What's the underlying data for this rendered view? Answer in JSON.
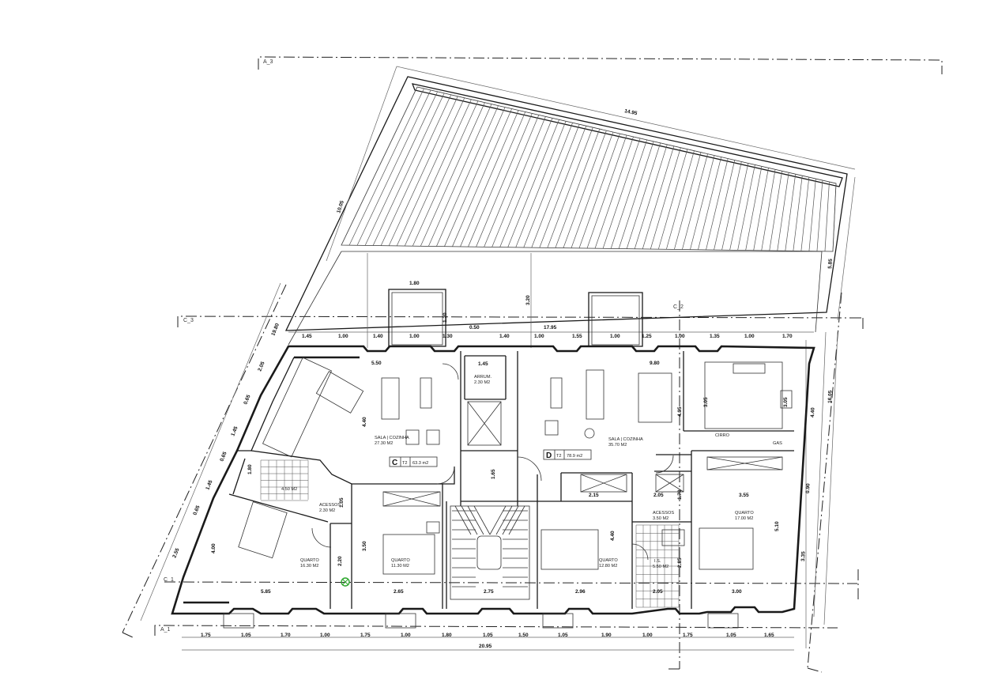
{
  "axes": {
    "a3": "A_3",
    "a1": "A_1",
    "c3": "C_3",
    "c2": "C_2",
    "c1": "C_1"
  },
  "dims": {
    "roof_top": "14.95",
    "roof_left": "10.05",
    "right_side": "5.85",
    "total_bottom": "20.95",
    "left_diag": "19.80",
    "right_vertical": "16.05",
    "terrace_depth": "3.20",
    "overall_top": "17.95",
    "balcony_w": "1.80",
    "balcony_d": "1.20",
    "top_row": [
      "1.45",
      "1.00",
      "1.40",
      "1.00",
      "1.30",
      "0.50",
      "1.40",
      "1.00",
      "1.55",
      "1.00",
      "1.25",
      "1.00",
      "1.35",
      "1.00",
      "1.70"
    ],
    "bottom_row": [
      "1.75",
      "1.05",
      "1.70",
      "1.00",
      "1.75",
      "1.00",
      "1.80",
      "1.05",
      "1.50",
      "1.05",
      "1.90",
      "1.00",
      "1.75",
      "1.05",
      "1.65"
    ],
    "left_side": [
      "2.05",
      "0.65",
      "1.45",
      "0.65",
      "1.45",
      "0.65",
      "2.55"
    ],
    "right_side_v": [
      "4.40",
      "0.90",
      "3.35"
    ],
    "sala_c_w": "5.50",
    "sala_c_h": "4.40",
    "sala_d_w": "9.80",
    "sala_d_h": "4.05",
    "kitchen_d_h": "3.05",
    "kitchen_d_w": "3.05",
    "arrum_w": "1.45",
    "stair_h": "1.65",
    "wc_c_w": "1.80",
    "acesso_c_h": "1.05",
    "quarto_c1_h": "4.00",
    "quarto_c1_w": "5.85",
    "wc_c2_h": "2.20",
    "quarto_c2_h": "3.50",
    "quarto_c2_w": "2.65",
    "stair_w": "2.75",
    "quarto_d1_w": "2.96",
    "quarto_d1_h": "4.40",
    "d_top_a": "2.15",
    "d_top_b": "2.05",
    "d_top_c": "3.55",
    "acesso_d_h": "1.70",
    "wc_d_h": "2.85",
    "wc_d_w": "2.05",
    "quarto_d2_w": "3.00",
    "quarto_d2_h": "5.10"
  },
  "rooms": {
    "sala_c_name": "SALA | COZINHA",
    "sala_c_area": "27.30 M2",
    "sala_d_name": "SALA | COZINHA",
    "sala_d_area": "35.70 M2",
    "arrum_name": "ARRUM.",
    "arrum_area": "2.30 M2",
    "wc_c_area": "4.50 M2",
    "acesso_c_name": "ACESSOS",
    "acesso_c_area": "2.30 M2",
    "quarto_c1_name": "QUARTO",
    "quarto_c1_area": "16.30 M2",
    "quarto_c2_name": "QUARTO",
    "quarto_c2_area": "11.30 M2",
    "quarto_d1_name": "QUARTO",
    "quarto_d1_area": "12.80 M2",
    "acesso_d_name": "ACESSOS",
    "acesso_d_area": "3.50 M2",
    "wc_d_name": "I.S.",
    "wc_d_area": "5.50 M2",
    "quarto_d2_name": "QUARTO",
    "quarto_d2_area": "17.00 M2",
    "gas_label": "GAS",
    "cirro_label": "CIRRO"
  },
  "units": {
    "c_letter": "C",
    "c_type": "T2",
    "c_area": "63.3 m2",
    "d_letter": "D",
    "d_type": "T2",
    "d_area": "78.9 m2"
  }
}
